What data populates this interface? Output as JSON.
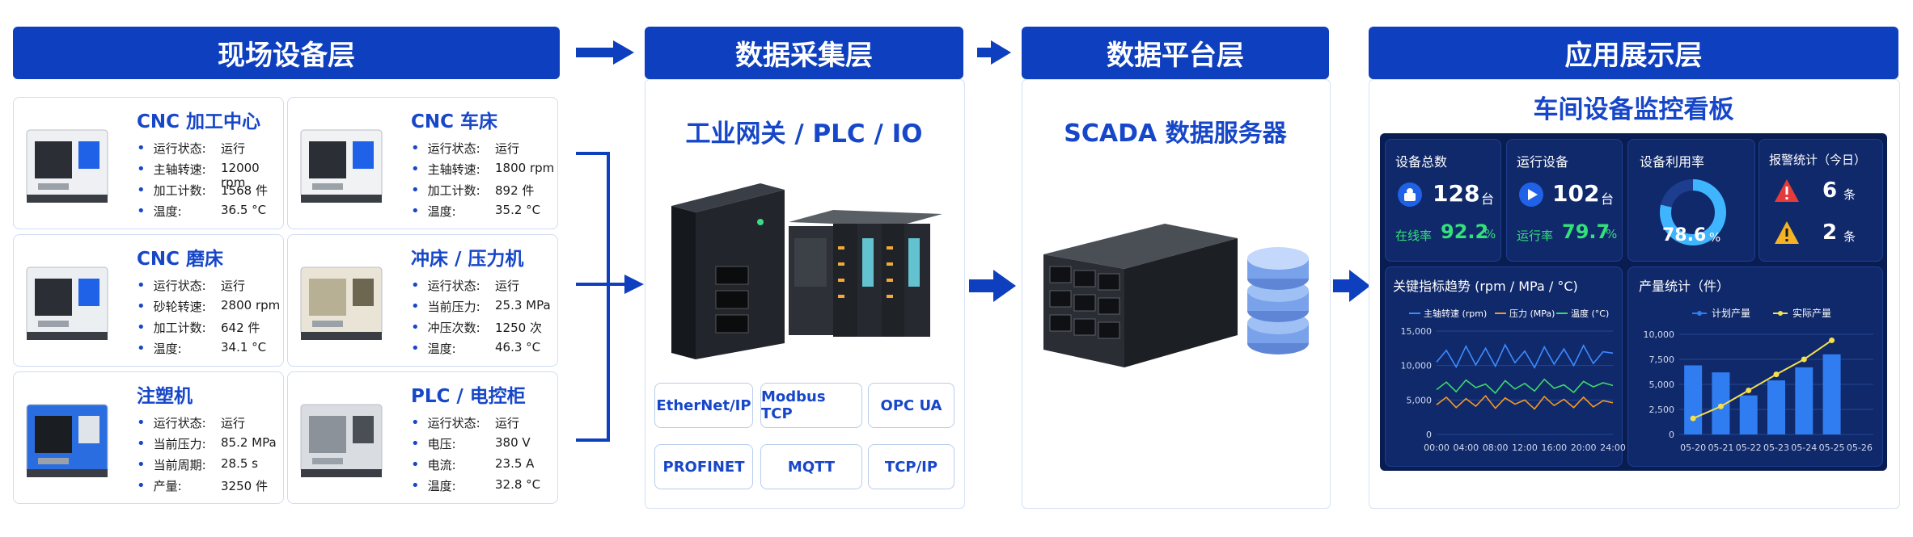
{
  "layers": {
    "field": "现场设备层",
    "collect": "数据采集层",
    "platform": "数据平台层",
    "app": "应用展示层"
  },
  "devices": [
    {
      "name": "CNC 加工中心",
      "specs": [
        [
          "运行状态:",
          "运行"
        ],
        [
          "主轴转速:",
          "12000 rpm"
        ],
        [
          "加工计数:",
          "1568 件"
        ],
        [
          "温度:",
          "36.5 °C"
        ]
      ]
    },
    {
      "name": "CNC 车床",
      "specs": [
        [
          "运行状态:",
          "运行"
        ],
        [
          "主轴转速:",
          "1800 rpm"
        ],
        [
          "加工计数:",
          "892 件"
        ],
        [
          "温度:",
          "35.2 °C"
        ]
      ]
    },
    {
      "name": "CNC 磨床",
      "specs": [
        [
          "运行状态:",
          "运行"
        ],
        [
          "砂轮转速:",
          "2800 rpm"
        ],
        [
          "加工计数:",
          "642 件"
        ],
        [
          "温度:",
          "34.1 °C"
        ]
      ]
    },
    {
      "name": "冲床 / 压力机",
      "specs": [
        [
          "运行状态:",
          "运行"
        ],
        [
          "当前压力:",
          "25.3 MPa"
        ],
        [
          "冲压次数:",
          "1250 次"
        ],
        [
          "温度:",
          "46.3 °C"
        ]
      ]
    },
    {
      "name": "注塑机",
      "specs": [
        [
          "运行状态:",
          "运行"
        ],
        [
          "当前压力:",
          "85.2 MPa"
        ],
        [
          "当前周期:",
          "28.5 s"
        ],
        [
          "产量:",
          "3250 件"
        ]
      ]
    },
    {
      "name": "PLC / 电控柜",
      "specs": [
        [
          "运行状态:",
          "运行"
        ],
        [
          "电压:",
          "380 V"
        ],
        [
          "电流:",
          "23.5 A"
        ],
        [
          "温度:",
          "32.8 °C"
        ]
      ]
    }
  ],
  "gateway": {
    "title": "工业网关 / PLC / IO",
    "protocols": [
      "EtherNet/IP",
      "Modbus TCP",
      "OPC UA",
      "PROFINET",
      "MQTT",
      "TCP/IP"
    ]
  },
  "server": {
    "title": "SCADA 数据服务器"
  },
  "dashboard": {
    "title": "车间设备监控看板",
    "kpis": {
      "total": {
        "label": "设备总数",
        "value": "128",
        "unit": "台",
        "sub_label": "在线率",
        "sub_value": "92.2",
        "sub_unit": "%"
      },
      "running": {
        "label": "运行设备",
        "value": "102",
        "unit": "台",
        "sub_label": "运行率",
        "sub_value": "79.7",
        "sub_unit": "%"
      },
      "utilization": {
        "label": "设备利用率",
        "value": "78.6",
        "unit": "%",
        "fraction": 0.786
      },
      "alarms": {
        "label": "报警统计（今日）",
        "high": "6",
        "low": "2",
        "unit": "条"
      }
    }
  },
  "colors": {
    "brand": "#0d3fbf",
    "accent": "#1747c9",
    "dash_bg": "#0a1d52",
    "speed": "#3d8bff",
    "pressure": "#f59a23",
    "temp": "#3fd86b",
    "plan": "#2f7df0",
    "actual": "#f4e04d"
  },
  "chart_data": [
    {
      "type": "line",
      "title": "关键指标趋势 (rpm / MPa / °C)",
      "x": [
        "00:00",
        "04:00",
        "08:00",
        "12:00",
        "16:00",
        "20:00",
        "24:00"
      ],
      "ylim": [
        0,
        15000
      ],
      "yticks": [
        "0",
        "5,000",
        "10,000",
        "15,000"
      ],
      "grid": true,
      "legend": "top",
      "series": [
        {
          "name": "主轴转速 (rpm)",
          "values": [
            10500,
            12200,
            9800,
            12800,
            10100,
            12500,
            9900,
            13000,
            10400,
            12100,
            9700,
            12700,
            10200,
            12400,
            10000,
            12900,
            10300,
            12000,
            11800
          ]
        },
        {
          "name": "压力 (MPa)",
          "values": [
            4300,
            5400,
            3900,
            5200,
            4100,
            5600,
            3800,
            5300,
            4400,
            5000,
            3700,
            5500,
            4200,
            5100,
            3900,
            5400,
            4000,
            4900,
            4600
          ]
        },
        {
          "name": "温度 (°C)",
          "values": [
            6500,
            7600,
            6200,
            7900,
            6800,
            7300,
            6000,
            7800,
            6600,
            7400,
            6300,
            8000,
            6700,
            7200,
            6100,
            7700,
            6900,
            7500,
            7100
          ]
        }
      ]
    },
    {
      "type": "bar",
      "title": "产量统计（件）",
      "categories": [
        "05-20",
        "05-21",
        "05-22",
        "05-23",
        "05-24",
        "05-25",
        "05-26"
      ],
      "ylim": [
        0,
        10000
      ],
      "yticks": [
        "0",
        "2,500",
        "5,000",
        "7,500",
        "10,000"
      ],
      "legend": "top",
      "series": [
        {
          "name": "计划产量",
          "values": [
            6900,
            6200,
            3900,
            5400,
            6700,
            8000,
            0
          ]
        },
        {
          "name": "实际产量",
          "values": [
            1600,
            2800,
            4400,
            6000,
            7500,
            9400,
            0
          ]
        }
      ]
    }
  ]
}
